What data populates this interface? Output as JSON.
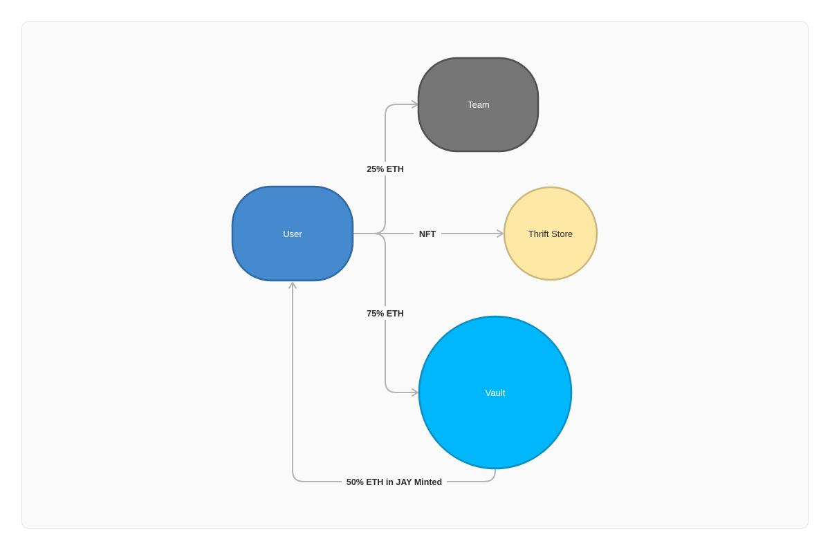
{
  "diagram": {
    "nodes": {
      "user": {
        "label": "User",
        "fill": "#4589cf",
        "stroke": "#2f68a3",
        "text_color": "#ffffff"
      },
      "team": {
        "label": "Team",
        "fill": "#767676",
        "stroke": "#4f4f4f",
        "text_color": "#ffffff"
      },
      "thrift_store": {
        "label": "Thrift Store",
        "fill": "#fde8a6",
        "stroke": "#c9b77c",
        "text_color": "#2b2b2b"
      },
      "vault": {
        "label": "Vault",
        "fill": "#00b7fb",
        "stroke": "#0a8fc4",
        "text_color": "#ffffff"
      }
    },
    "edges": {
      "user_to_team": {
        "label": "25% ETH"
      },
      "user_to_thrift_store": {
        "label": "NFT"
      },
      "user_to_vault": {
        "label": "75% ETH"
      },
      "vault_to_user": {
        "label": "50% ETH in JAY Minted"
      }
    },
    "edge_color": "#b3b3b3"
  }
}
